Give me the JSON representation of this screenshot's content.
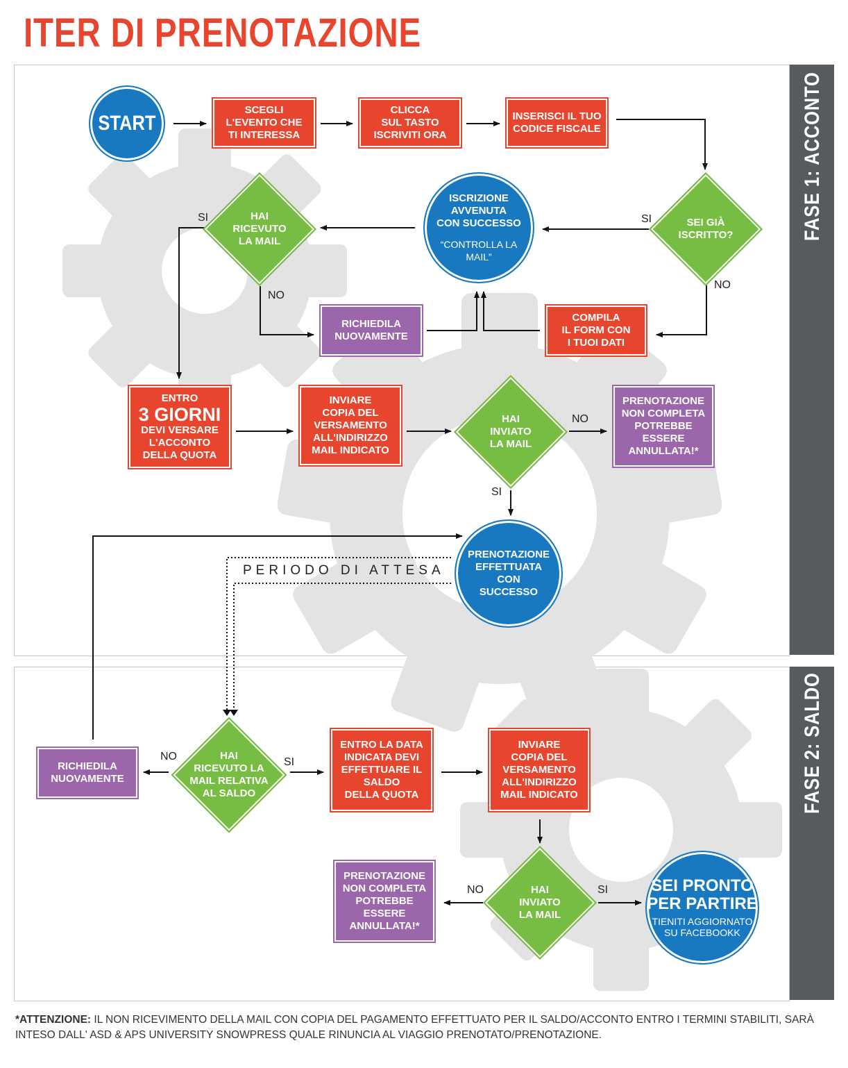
{
  "title": "ITER DI PRENOTAZIONE",
  "phases": [
    {
      "label": "FASE 1: ACCONTO"
    },
    {
      "label": "FASE 2: SALDO"
    }
  ],
  "colors": {
    "red": "#e8452f",
    "green": "#77bd43",
    "blue": "#1878c0",
    "purple": "#9c66ab",
    "phase_bar": "#575b60",
    "gear": "#e3e3e3"
  },
  "nodes": {
    "start": {
      "label": "START"
    },
    "scegli": {
      "label": "SCEGLI\nL'EVENTO CHE\nTI INTERESSA"
    },
    "clicca": {
      "label": "CLICCA\nSUL TASTO\nISCRIVITI ORA"
    },
    "codice": {
      "label": "INSERISCI IL TUO\nCODICE FISCALE"
    },
    "sei_iscritto": {
      "label": "SEI GIÀ\nISCRITTO?"
    },
    "iscrizione": {
      "label": "ISCRIZIONE\nAVVENUTA\nCON SUCCESSO",
      "sub": "“CONTROLLA LA\nMAIL”"
    },
    "hai_ricevuto": {
      "label": "HAI\nRICEVUTO\nLA MAIL"
    },
    "richiedila1": {
      "label": "RICHIEDILA\nNUOVAMENTE"
    },
    "compila": {
      "label": "COMPILA\nIL FORM CON\nI TUOI DATI"
    },
    "entro3": {
      "line1": "ENTRO",
      "big": "3 GIORNI",
      "line2": "DEVI VERSARE\nL'ACCONTO\nDELLA QUOTA"
    },
    "inviare1": {
      "label": "INVIARE\nCOPIA DEL\nVERSAMENTO\nALL'INDIRIZZO\nMAIL INDICATO"
    },
    "hai_inviato1": {
      "label": "HAI\nINVIATO\nLA MAIL"
    },
    "non_completa1": {
      "label": "PRENOTAZIONE\nNON COMPLETA\nPOTREBBE\nESSERE\nANNULLATA!*"
    },
    "effettuata": {
      "label": "PRENOTAZIONE\nEFFETTUATA\nCON\nSUCCESSO"
    },
    "richiedila2": {
      "label": "RICHIEDILA\nNUOVAMENTE"
    },
    "hai_ricevuto_saldo": {
      "label": "HAI\nRICEVUTO LA\nMAIL RELATIVA\nAL SALDO"
    },
    "entro_data": {
      "label": "ENTRO LA DATA\nINDICATA DEVI\nEFFETTUARE IL\nSALDO\nDELLA QUOTA"
    },
    "inviare2": {
      "label": "INVIARE\nCOPIA DEL\nVERSAMENTO\nALL'INDIRIZZO\nMAIL INDICATO"
    },
    "hai_inviato2": {
      "label": "HAI\nINVIATO\nLA MAIL"
    },
    "non_completa2": {
      "label": "PRENOTAZIONE\nNON COMPLETA\nPOTREBBE\nESSERE\nANNULLATA!*"
    },
    "pronto": {
      "label": "SEI PRONTO\nPER PARTIRE",
      "sub": "TIENITI AGGIORNATO\nSU FACEBOOKK"
    }
  },
  "edge_labels": {
    "si": "SI",
    "no": "NO",
    "periodo": "PERIODO DI ATTESA"
  },
  "footer": {
    "bold": "*ATTENZIONE:",
    "text": " IL NON RICEVIMENTO DELLA MAIL CON COPIA DEL PAGAMENTO EFFETTUATO PER IL SALDO/ACCONTO ENTRO I TERMINI STABILITI, SARÀ INTESO DALL' ASD & APS UNIVERSITY SNOWPRESS QUALE RINUNCIA AL VIAGGIO PRENOTATO/PRENOTAZIONE."
  }
}
